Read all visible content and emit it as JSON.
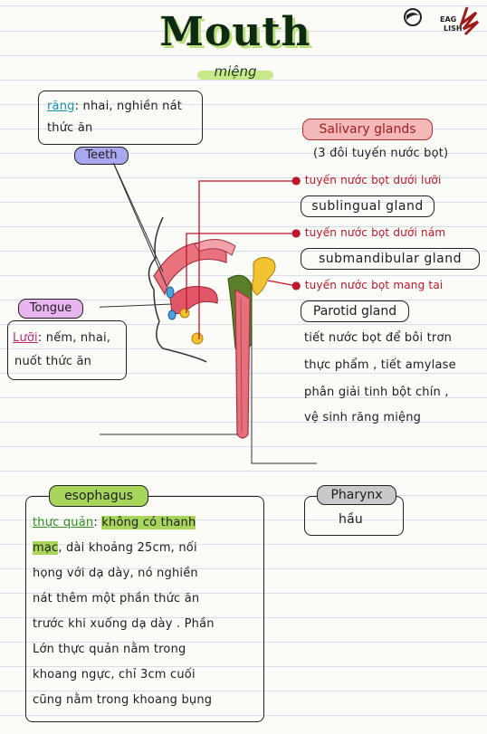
{
  "header": {
    "title": "Mouth",
    "subtitle": "miệng"
  },
  "logo": {
    "brand_top": "EAG",
    "brand_bottom": "LISH"
  },
  "teeth": {
    "term": "răng",
    "description_1": ": nhai, nghiền nát",
    "description_2": "thức ăn",
    "label": "Teeth"
  },
  "tongue": {
    "label": "Tongue",
    "term": "Lưỡi",
    "description_1": ": nếm, nhai,",
    "description_2": "nuốt thức ăn"
  },
  "salivary": {
    "label": "Salivary glands",
    "note": "(3 đôi tuyến nước bọt)",
    "glands": [
      {
        "vi": "tuyến nước bọt dưới lưỡi",
        "en": "sublingual gland"
      },
      {
        "vi": "tuyến nước bọt dưới nám",
        "en": "submandibular gland"
      },
      {
        "vi": "tuyến nước bọt mang tai",
        "en": "Parotid gland"
      }
    ],
    "function_lines": [
      "tiết nước bọt để bôi trơn",
      "thực phẩm , tiết amylase",
      "phân giải tinh bột chín ,",
      "vệ sinh răng miệng"
    ]
  },
  "esophagus": {
    "label": "esophagus",
    "term": "thực quản",
    "highlight_1": "không có thanh",
    "highlight_2": "mạc",
    "lines": [
      ", dài khoảng 25cm, nối",
      "họng với dạ dày, nó nghiền",
      "nát thêm một phần thức ăn",
      "trước khi xuống dạ dày . Phần",
      "Lớn thực quản nằm trong",
      "khoang ngực, chỉ 3cm cuối",
      "cũng nằm trong khoang bụng"
    ]
  },
  "pharynx": {
    "label": "Pharynx",
    "description": "hầu"
  },
  "colors": {
    "title_shadow": "#b8e07c",
    "salivary_pink": "#f3b9b9",
    "teeth_blue": "#a9a8ef",
    "tongue_purple": "#e9b5f0",
    "esophagus_green": "#a8d65a",
    "pharynx_grey": "#c9c9c9",
    "red_text": "#c0152b"
  }
}
